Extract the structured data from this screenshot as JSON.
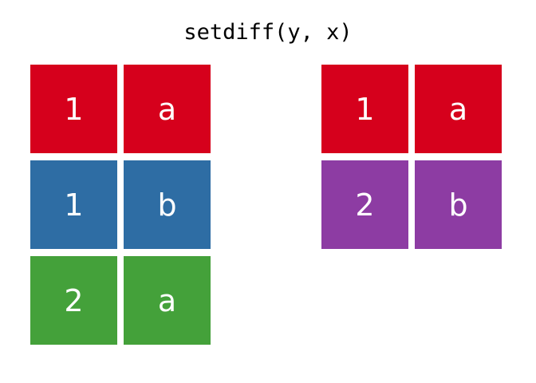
{
  "figure": {
    "title": "setdiff(y, x)",
    "background_color": "#ffffff",
    "text_color": "#ffffff",
    "title_color": "#000000"
  },
  "palette": {
    "red": "#d6001c",
    "blue": "#2e6da4",
    "green": "#44a13a",
    "purple": "#8d3ca3"
  },
  "tables": [
    {
      "name": "left-table",
      "rows": [
        {
          "color": "#d6001c",
          "cells": [
            "1",
            "a"
          ]
        },
        {
          "color": "#2e6da4",
          "cells": [
            "1",
            "b"
          ]
        },
        {
          "color": "#44a13a",
          "cells": [
            "2",
            "a"
          ]
        }
      ]
    },
    {
      "name": "right-table",
      "rows": [
        {
          "color": "#d6001c",
          "cells": [
            "1",
            "a"
          ]
        },
        {
          "color": "#8d3ca3",
          "cells": [
            "2",
            "b"
          ]
        }
      ]
    }
  ]
}
